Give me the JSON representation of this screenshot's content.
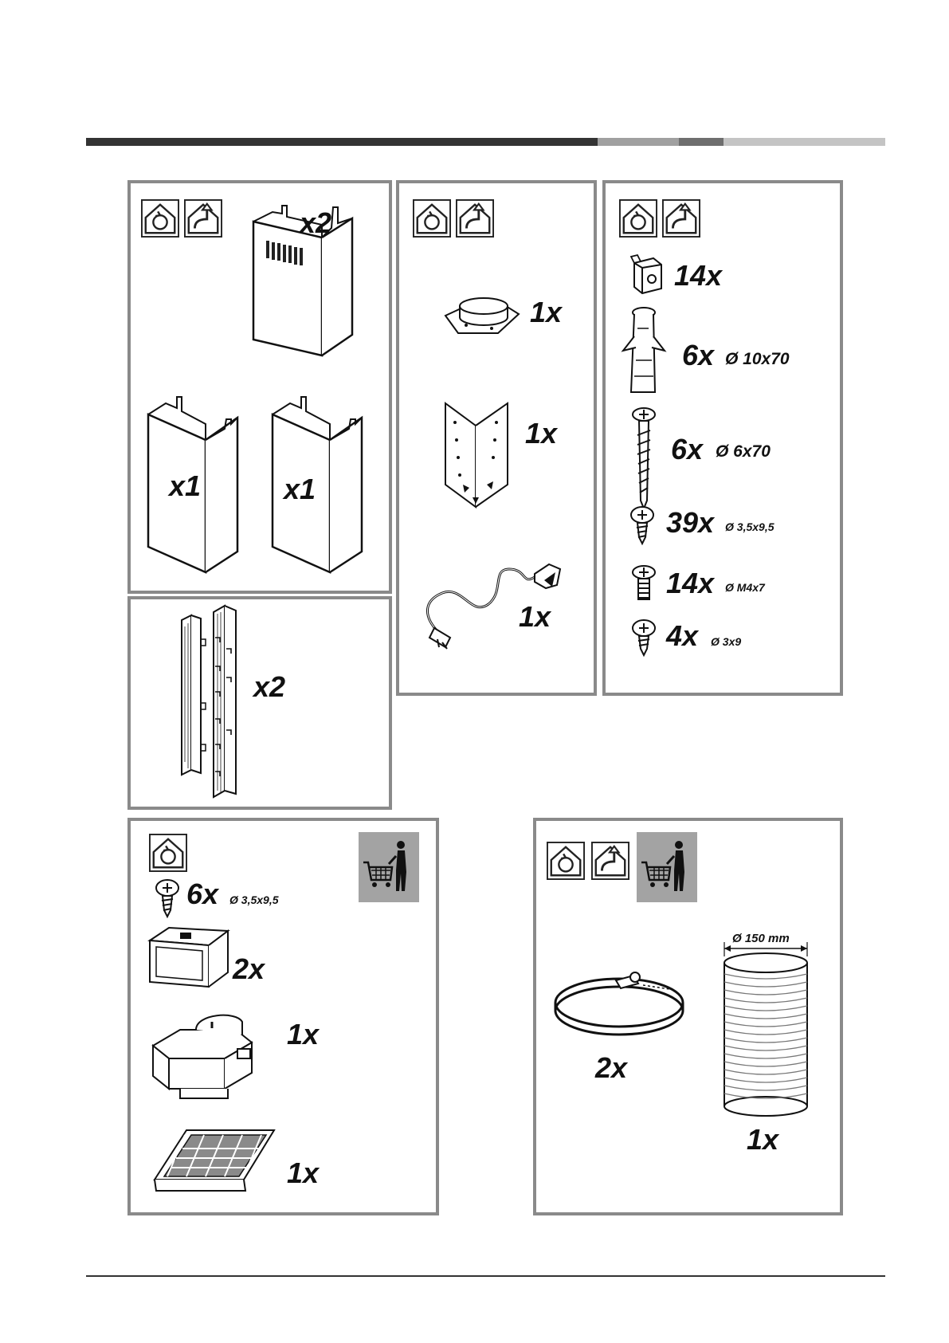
{
  "header_bar": {
    "segments": [
      {
        "color": "#333333"
      },
      {
        "color": "#a0a0a0"
      },
      {
        "color": "#6e6e6e"
      },
      {
        "color": "#c4c4c4"
      }
    ]
  },
  "mode_icons": {
    "recirculation": "recirculation-house-icon",
    "extraction": "extraction-house-icon",
    "optional_purchase": "shopping-cart-person-icon"
  },
  "panel_chimney": {
    "upper_qty": "x2",
    "lower_left_qty": "x1",
    "lower_right_qty": "x1"
  },
  "panel_brackets": {
    "qty": "x2"
  },
  "panel_accessories": {
    "items": [
      {
        "icon": "duct-flange-icon",
        "qty": "1x"
      },
      {
        "icon": "corner-bracket-icon",
        "qty": "1x"
      },
      {
        "icon": "power-cord-icon",
        "qty": "1x"
      }
    ]
  },
  "panel_fixings": {
    "items": [
      {
        "icon": "cage-nut-icon",
        "qty": "14x",
        "dim": ""
      },
      {
        "icon": "wall-plug-icon",
        "qty": "6x",
        "dim": "Ø 10x70"
      },
      {
        "icon": "wood-screw-icon",
        "qty": "6x",
        "dim": "Ø 6x70"
      },
      {
        "icon": "self-tapping-screw-icon",
        "qty": "39x",
        "dim": "Ø 3,5x9,5"
      },
      {
        "icon": "machine-screw-icon",
        "qty": "14x",
        "dim": "Ø M4x7"
      },
      {
        "icon": "small-screw-icon",
        "qty": "4x",
        "dim": "Ø 3x9"
      }
    ]
  },
  "panel_recirc_kit": {
    "screw": {
      "qty": "6x",
      "dim": "Ø 3,5x9,5"
    },
    "items": [
      {
        "icon": "duct-connector-icon",
        "qty": "2x"
      },
      {
        "icon": "deflector-box-icon",
        "qty": "1x"
      },
      {
        "icon": "carbon-filter-icon",
        "qty": "1x"
      }
    ]
  },
  "panel_duct_kit": {
    "hose_diameter": "Ø 150 mm",
    "clamp_qty": "2x",
    "hose_qty": "1x"
  }
}
